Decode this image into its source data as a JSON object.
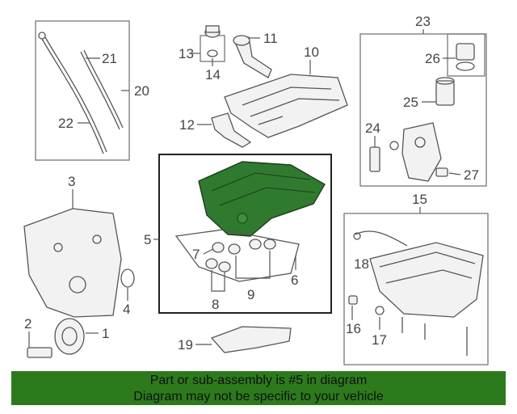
{
  "callouts": {
    "c1": "1",
    "c2": "2",
    "c3": "3",
    "c4": "4",
    "c5": "5",
    "c6": "6",
    "c7": "7",
    "c8": "8",
    "c9": "9",
    "c10": "10",
    "c11": "11",
    "c12": "12",
    "c13": "13",
    "c14": "14",
    "c15": "15",
    "c16": "16",
    "c17": "17",
    "c18": "18",
    "c19": "19",
    "c20": "20",
    "c21": "21",
    "c22": "22",
    "c23": "23",
    "c24": "24",
    "c25": "25",
    "c26": "26",
    "c27": "27"
  },
  "highlighted_part": "5",
  "banner": {
    "line1": "Part or sub-assembly is #5 in diagram",
    "line2": "Diagram may not be specific to your vehicle"
  },
  "colors": {
    "highlight": "#2f7a2f",
    "banner": "#2c7a1c"
  }
}
